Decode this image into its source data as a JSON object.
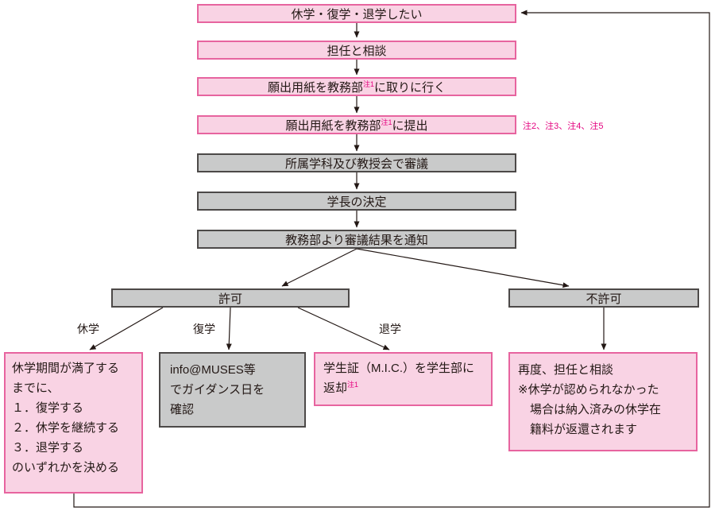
{
  "colors": {
    "pink_fill": "#f9d3e4",
    "pink_border": "#e7649f",
    "gray_fill": "#c9caca",
    "gray_border": "#4c4948",
    "note_pink": "#e4007f",
    "line": "#231815"
  },
  "nodes": {
    "start": {
      "label": "休学・復学・退学したい"
    },
    "consult": {
      "label": "担任と相談"
    },
    "pickup": {
      "pre": "願出用紙を教務部",
      "sup": "注1",
      "post": "に取りに行く"
    },
    "submit": {
      "pre": "願出用紙を教務部",
      "sup": "注1",
      "post": "に提出"
    },
    "submit_note": "注2、注3、注4、注5",
    "review": {
      "label": "所属学科及び教授会で審議"
    },
    "decision": {
      "label": "学長の決定"
    },
    "notify": {
      "label": "教務部より審議結果を通知"
    },
    "approved": {
      "label": "許可"
    },
    "denied": {
      "label": "不許可"
    },
    "branch_labels": {
      "leave": "休学",
      "return": "復学",
      "withdraw": "退学"
    },
    "leave_box": {
      "line1": "休学期間が満了する",
      "line2": "までに、",
      "line3": "１．復学する",
      "line4": "２．休学を継続する",
      "line5": "３．退学する",
      "line6": "のいずれかを決める"
    },
    "return_box": {
      "line1": "info@MUSES等",
      "line2": "でガイダンス日を",
      "line3": "確認"
    },
    "withdraw_box": {
      "pre": "学生証（M.I.C.）を学生部に返却",
      "sup": "注1"
    },
    "denied_box": {
      "line1": "再度、担任と相談",
      "line2": "※休学が認められなかった",
      "line3": "　場合は納入済みの休学在",
      "line4": "　籍料が返還されます"
    }
  }
}
